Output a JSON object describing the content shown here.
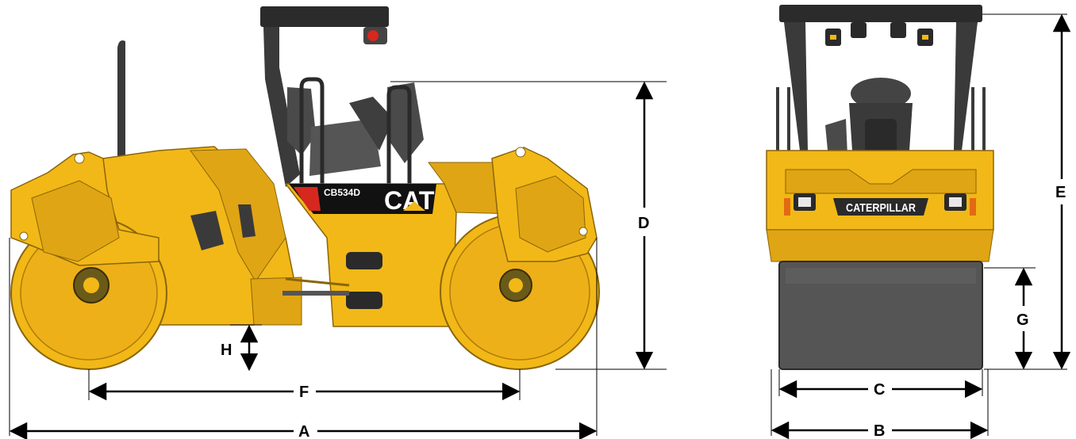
{
  "diagram": {
    "side_view": {
      "model_decal": "CB534D",
      "brand_decal": "CAT"
    },
    "front_view": {
      "brand_decal": "CATERPILLAR"
    },
    "dimensions": {
      "A": "A",
      "B": "B",
      "C": "C",
      "D": "D",
      "E": "E",
      "F": "F",
      "G": "G",
      "H": "H"
    },
    "colors": {
      "body_yellow": "#F2B817",
      "body_shadow": "#C88D0C",
      "dark_gray": "#3A3A3A",
      "black": "#111111",
      "accent_red": "#D6281F",
      "drum_gray": "#5A5A5A"
    }
  }
}
